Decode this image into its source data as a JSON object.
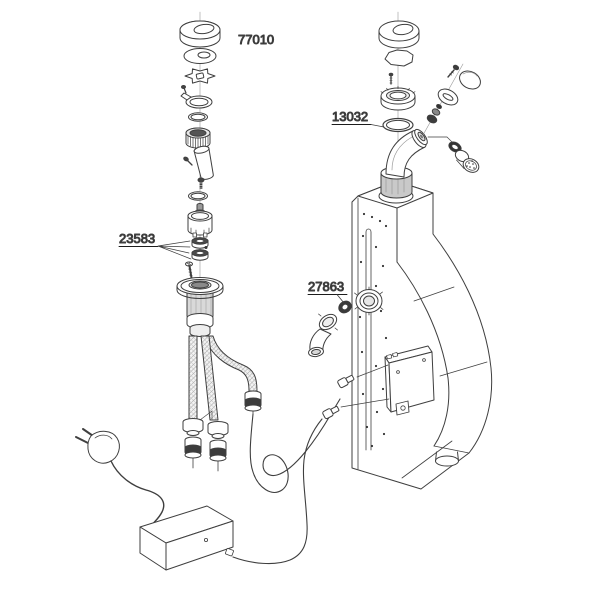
{
  "diagram": {
    "type": "exploded-parts-diagram",
    "subject": "boiling-water tap with mixer handle stack, swivel spout, tank body and power supply",
    "background_color": "#ffffff",
    "line_color": "#3f3f3f",
    "labels": [
      {
        "text": "77010",
        "underlined": false,
        "points_to": "complete-tap-assembly"
      },
      {
        "text": "13032",
        "underlined": true,
        "points_to": "spout-o-ring"
      },
      {
        "text": "23583",
        "underlined": true,
        "points_to": "fixing-set"
      },
      {
        "text": "27863",
        "underlined": true,
        "points_to": "inlet-gasket"
      }
    ],
    "parts": [
      {
        "name": "handle-cap"
      },
      {
        "name": "cap-base-plate"
      },
      {
        "name": "handle-adapter-star"
      },
      {
        "name": "lever-clamp"
      },
      {
        "name": "o-ring-upper"
      },
      {
        "name": "knurled-ring-nut"
      },
      {
        "name": "handle-grip"
      },
      {
        "name": "set-screw"
      },
      {
        "name": "o-ring-lower"
      },
      {
        "name": "ceramic-cartridge"
      },
      {
        "name": "fixing-set",
        "label": "23583"
      },
      {
        "name": "fixing-screw"
      },
      {
        "name": "tap-shank"
      },
      {
        "name": "braided-hose-left"
      },
      {
        "name": "braided-hose-middle"
      },
      {
        "name": "braided-hose-curved"
      },
      {
        "name": "hose-fittings"
      },
      {
        "name": "filter-inserts"
      },
      {
        "name": "power-plug"
      },
      {
        "name": "power-adapter"
      },
      {
        "name": "adapter-cable"
      },
      {
        "name": "sensor-cable"
      },
      {
        "name": "cable-connectors"
      },
      {
        "name": "cover-ring"
      },
      {
        "name": "escutcheon-gasket"
      },
      {
        "name": "grub-screw"
      },
      {
        "name": "bearing-ring"
      },
      {
        "name": "spout-o-ring",
        "label": "13032"
      },
      {
        "name": "swivel-spout"
      },
      {
        "name": "aerator-screw"
      },
      {
        "name": "aerator-cap"
      },
      {
        "name": "aerator-ring"
      },
      {
        "name": "aerator-insert"
      },
      {
        "name": "aerator-kit-o-ring"
      },
      {
        "name": "aerator-screen"
      },
      {
        "name": "tank-body"
      },
      {
        "name": "inlet-port"
      },
      {
        "name": "inlet-gasket",
        "label": "27863"
      },
      {
        "name": "inlet-elbow"
      },
      {
        "name": "control-box"
      },
      {
        "name": "tank-foot"
      }
    ]
  }
}
